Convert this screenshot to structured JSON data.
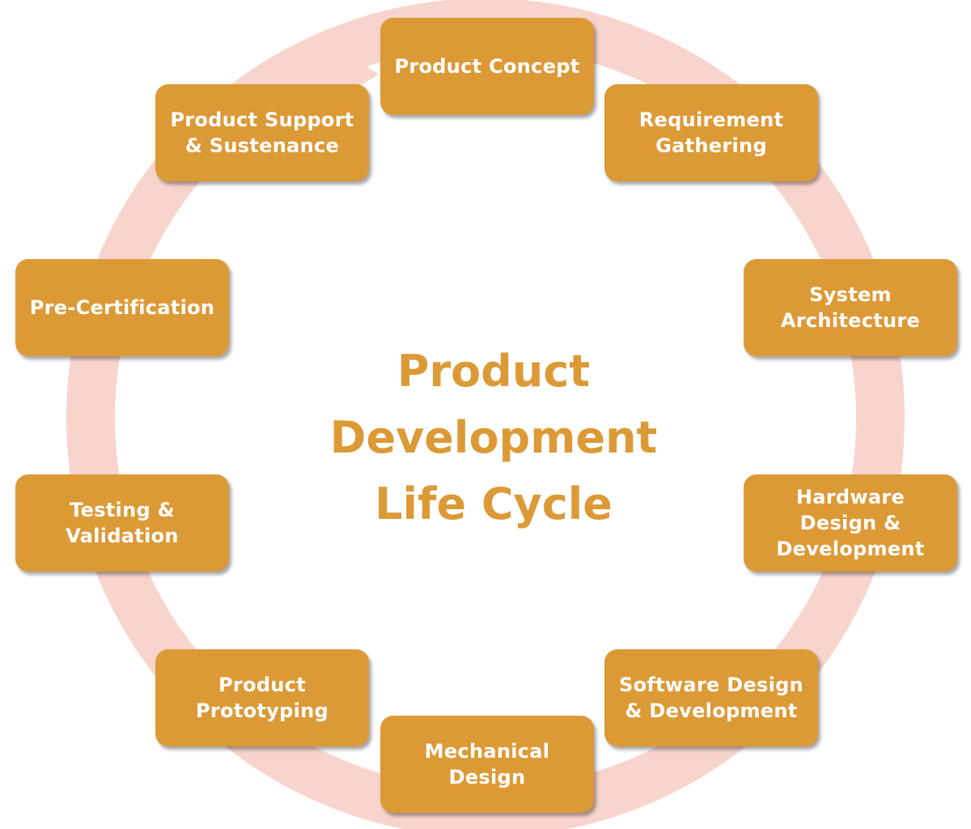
{
  "title": "Product\nDevelopment\nLife Cycle",
  "colors": {
    "stage_fill": "#dc9a37",
    "stage_text": "#ffffff",
    "title_text": "#dc9a37",
    "cycle_arrow": "#f8d5cc"
  },
  "stages": [
    {
      "label": "Product Concept"
    },
    {
      "label": "Requirement\nGathering"
    },
    {
      "label": "System\nArchitecture"
    },
    {
      "label": "Hardware\nDesign &\nDevelopment"
    },
    {
      "label": "Software Design\n& Development"
    },
    {
      "label": "Mechanical\nDesign"
    },
    {
      "label": "Product\nPrototyping"
    },
    {
      "label": "Testing &\nValidation"
    },
    {
      "label": "Pre-Certification"
    },
    {
      "label": "Product Support\n& Sustenance"
    }
  ]
}
